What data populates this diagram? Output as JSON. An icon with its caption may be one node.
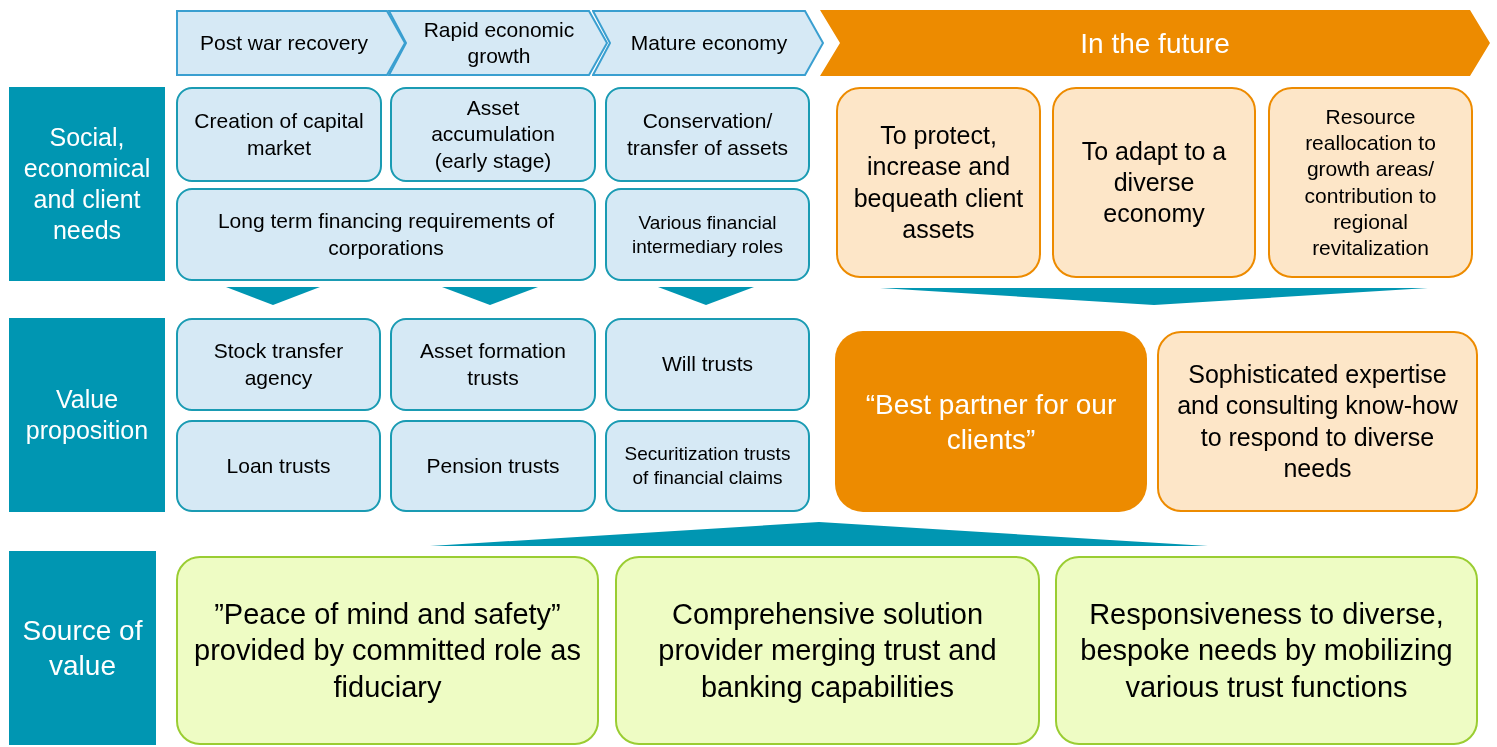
{
  "diagram": {
    "nodes": [
      {
        "text": [
          "Post war recovery"
        ]
      },
      {
        "text": [
          "Rapid economic growth"
        ]
      },
      {
        "text": [
          "Mature economy"
        ]
      },
      {
        "text": [
          "In the future"
        ]
      },
      {
        "text": [
          "Social, economical and client needs"
        ]
      },
      {
        "text": [
          "Creation of capital market"
        ]
      },
      {
        "text": [
          "Asset accumulation (early stage)"
        ]
      },
      {
        "text": [
          "Conservation/ transfer of assets"
        ]
      },
      {
        "text": [
          "Long term financing requirements of corporations"
        ]
      },
      {
        "text": [
          "Various financial intermediary roles"
        ]
      },
      {
        "text": [
          "To protect, increase and bequeath client assets"
        ]
      },
      {
        "text": [
          "To adapt to a diverse economy"
        ]
      },
      {
        "text": [
          "Resource reallocation to growth areas/ contribution to regional revitalization"
        ]
      },
      {
        "text": [
          "Value proposition"
        ]
      },
      {
        "text": [
          "Stock transfer agency"
        ]
      },
      {
        "text": [
          "Asset formation trusts"
        ]
      },
      {
        "text": [
          "Will trusts"
        ]
      },
      {
        "text": [
          "Loan trusts"
        ]
      },
      {
        "text": [
          "Pension trusts"
        ]
      },
      {
        "text": [
          "Securitization trusts of financial claims"
        ]
      },
      {
        "text": [
          "“Best partner for our clients”"
        ]
      },
      {
        "text": [
          "Sophisticated expertise and consulting know-how to respond to diverse needs"
        ]
      },
      {
        "text": [
          "Source of value"
        ]
      },
      {
        "text": [
          "”Peace of mind and safety” provided by committed role as fiduciary"
        ]
      },
      {
        "text": [
          "Comprehensive solution provider merging trust and banking capabilities"
        ]
      },
      {
        "text": [
          "Responsiveness to diverse, bespoke needs by mobilizing various trust functions"
        ]
      },
      {
        "text": [],
        "shape": "triangle"
      },
      {
        "text": [],
        "shape": "triangle"
      },
      {
        "text": [],
        "shape": "triangle"
      },
      {
        "text": [],
        "shape": "triangle"
      },
      {
        "text": [],
        "shape": "triangle"
      }
    ],
    "edges": []
  }
}
